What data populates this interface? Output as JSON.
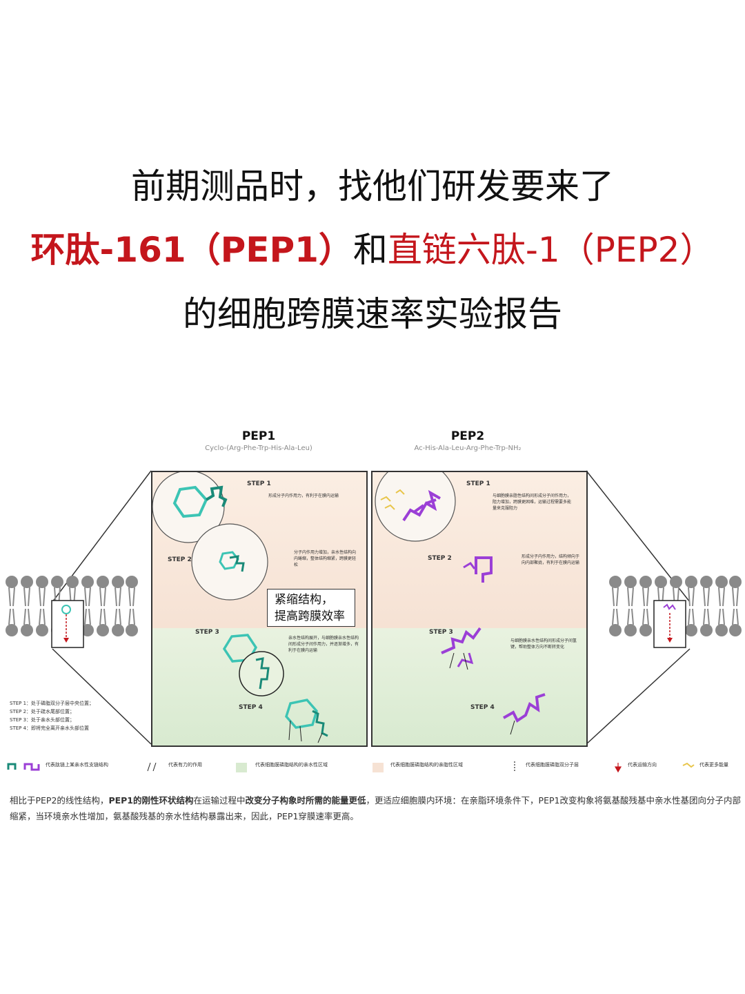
{
  "heading": {
    "line1": "前期测品时，找他们研发要来了",
    "line2_part1": "环肽-161（PEP1）",
    "line2_part2": "和",
    "line2_part3": "直链六肽-1（PEP2）",
    "line3": "的细胞跨膜速率实验报告"
  },
  "diagram": {
    "pep1": {
      "title": "PEP1",
      "formula": "Cyclo-(Arg-Phe-Trp-His-Ala-Leu)",
      "steps": [
        {
          "label": "STEP 1",
          "note": "形成分子内作用力，有利于在膜内运输"
        },
        {
          "label": "STEP 2",
          "note": "分子内作用力增加，亲水性结构向内蜷缩，整体结构缩紧，跨膜更轻松"
        },
        {
          "label": "STEP 3",
          "note": "亲水性结构展开，与细胞膜亲水性结构间形成分子间作用力，并逐渐增多，有利于在膜内运输"
        },
        {
          "label": "STEP 4",
          "note": ""
        }
      ],
      "callout": [
        "紧缩结构，",
        "提高跨膜效率"
      ]
    },
    "pep2": {
      "title": "PEP2",
      "formula": "Ac-His-Ala-Leu-Arg-Phe-Trp-NH₂",
      "steps": [
        {
          "label": "STEP 1",
          "note": "与细胞膜亲脂性结构间形成分子间作用力，阻力增加，跨膜更困难，运输过程需要多能量来克服阻力"
        },
        {
          "label": "STEP 2",
          "note": "形成分子内作用力，结构倾向于向内部聚拢，有利于在膜内运输"
        },
        {
          "label": "STEP 3",
          "note": "与细胞膜亲水性结构间形成分子间氢键，帮助整体方向不断转变化"
        },
        {
          "label": "STEP 4",
          "note": ""
        }
      ]
    },
    "left_steps": [
      "STEP 1：处于磷脂双分子层中央位置；",
      "STEP 2：处于疏水尾部位置；",
      "STEP 3：处于亲水头部位置；",
      "STEP 4：即将完全离开亲水头部位置"
    ],
    "legend": [
      "代表肽链上某亲水性支链结构",
      "代表有力的作用",
      "代表细胞膜磷脂结构的亲水性区域",
      "代表细胞膜磷脂结构的亲脂性区域",
      "代表细胞膜磷脂双分子层",
      "代表运输方向",
      "代表更多能量"
    ],
    "colors": {
      "pep1": "#3cc4b4",
      "pep1_dark": "#1a8a78",
      "pep2": "#9b3fd6",
      "accent_red": "#c4161c"
    }
  },
  "footer": {
    "p1": "相比于PEP2的线性结构，",
    "p2": "PEP1的刚性环状结构",
    "p3": "在运输过程中",
    "p4": "改变分子构象时所需的能量更低",
    "p5": "，更适应细胞膜内环境：在亲脂环境条件下，PEP1改变构象将氨基酸残基中亲水性基团向分子内部缩紧，当环境亲水性增加，氨基酸残基的亲水性结构暴露出来，因此，PEP1穿膜速率更高。"
  }
}
